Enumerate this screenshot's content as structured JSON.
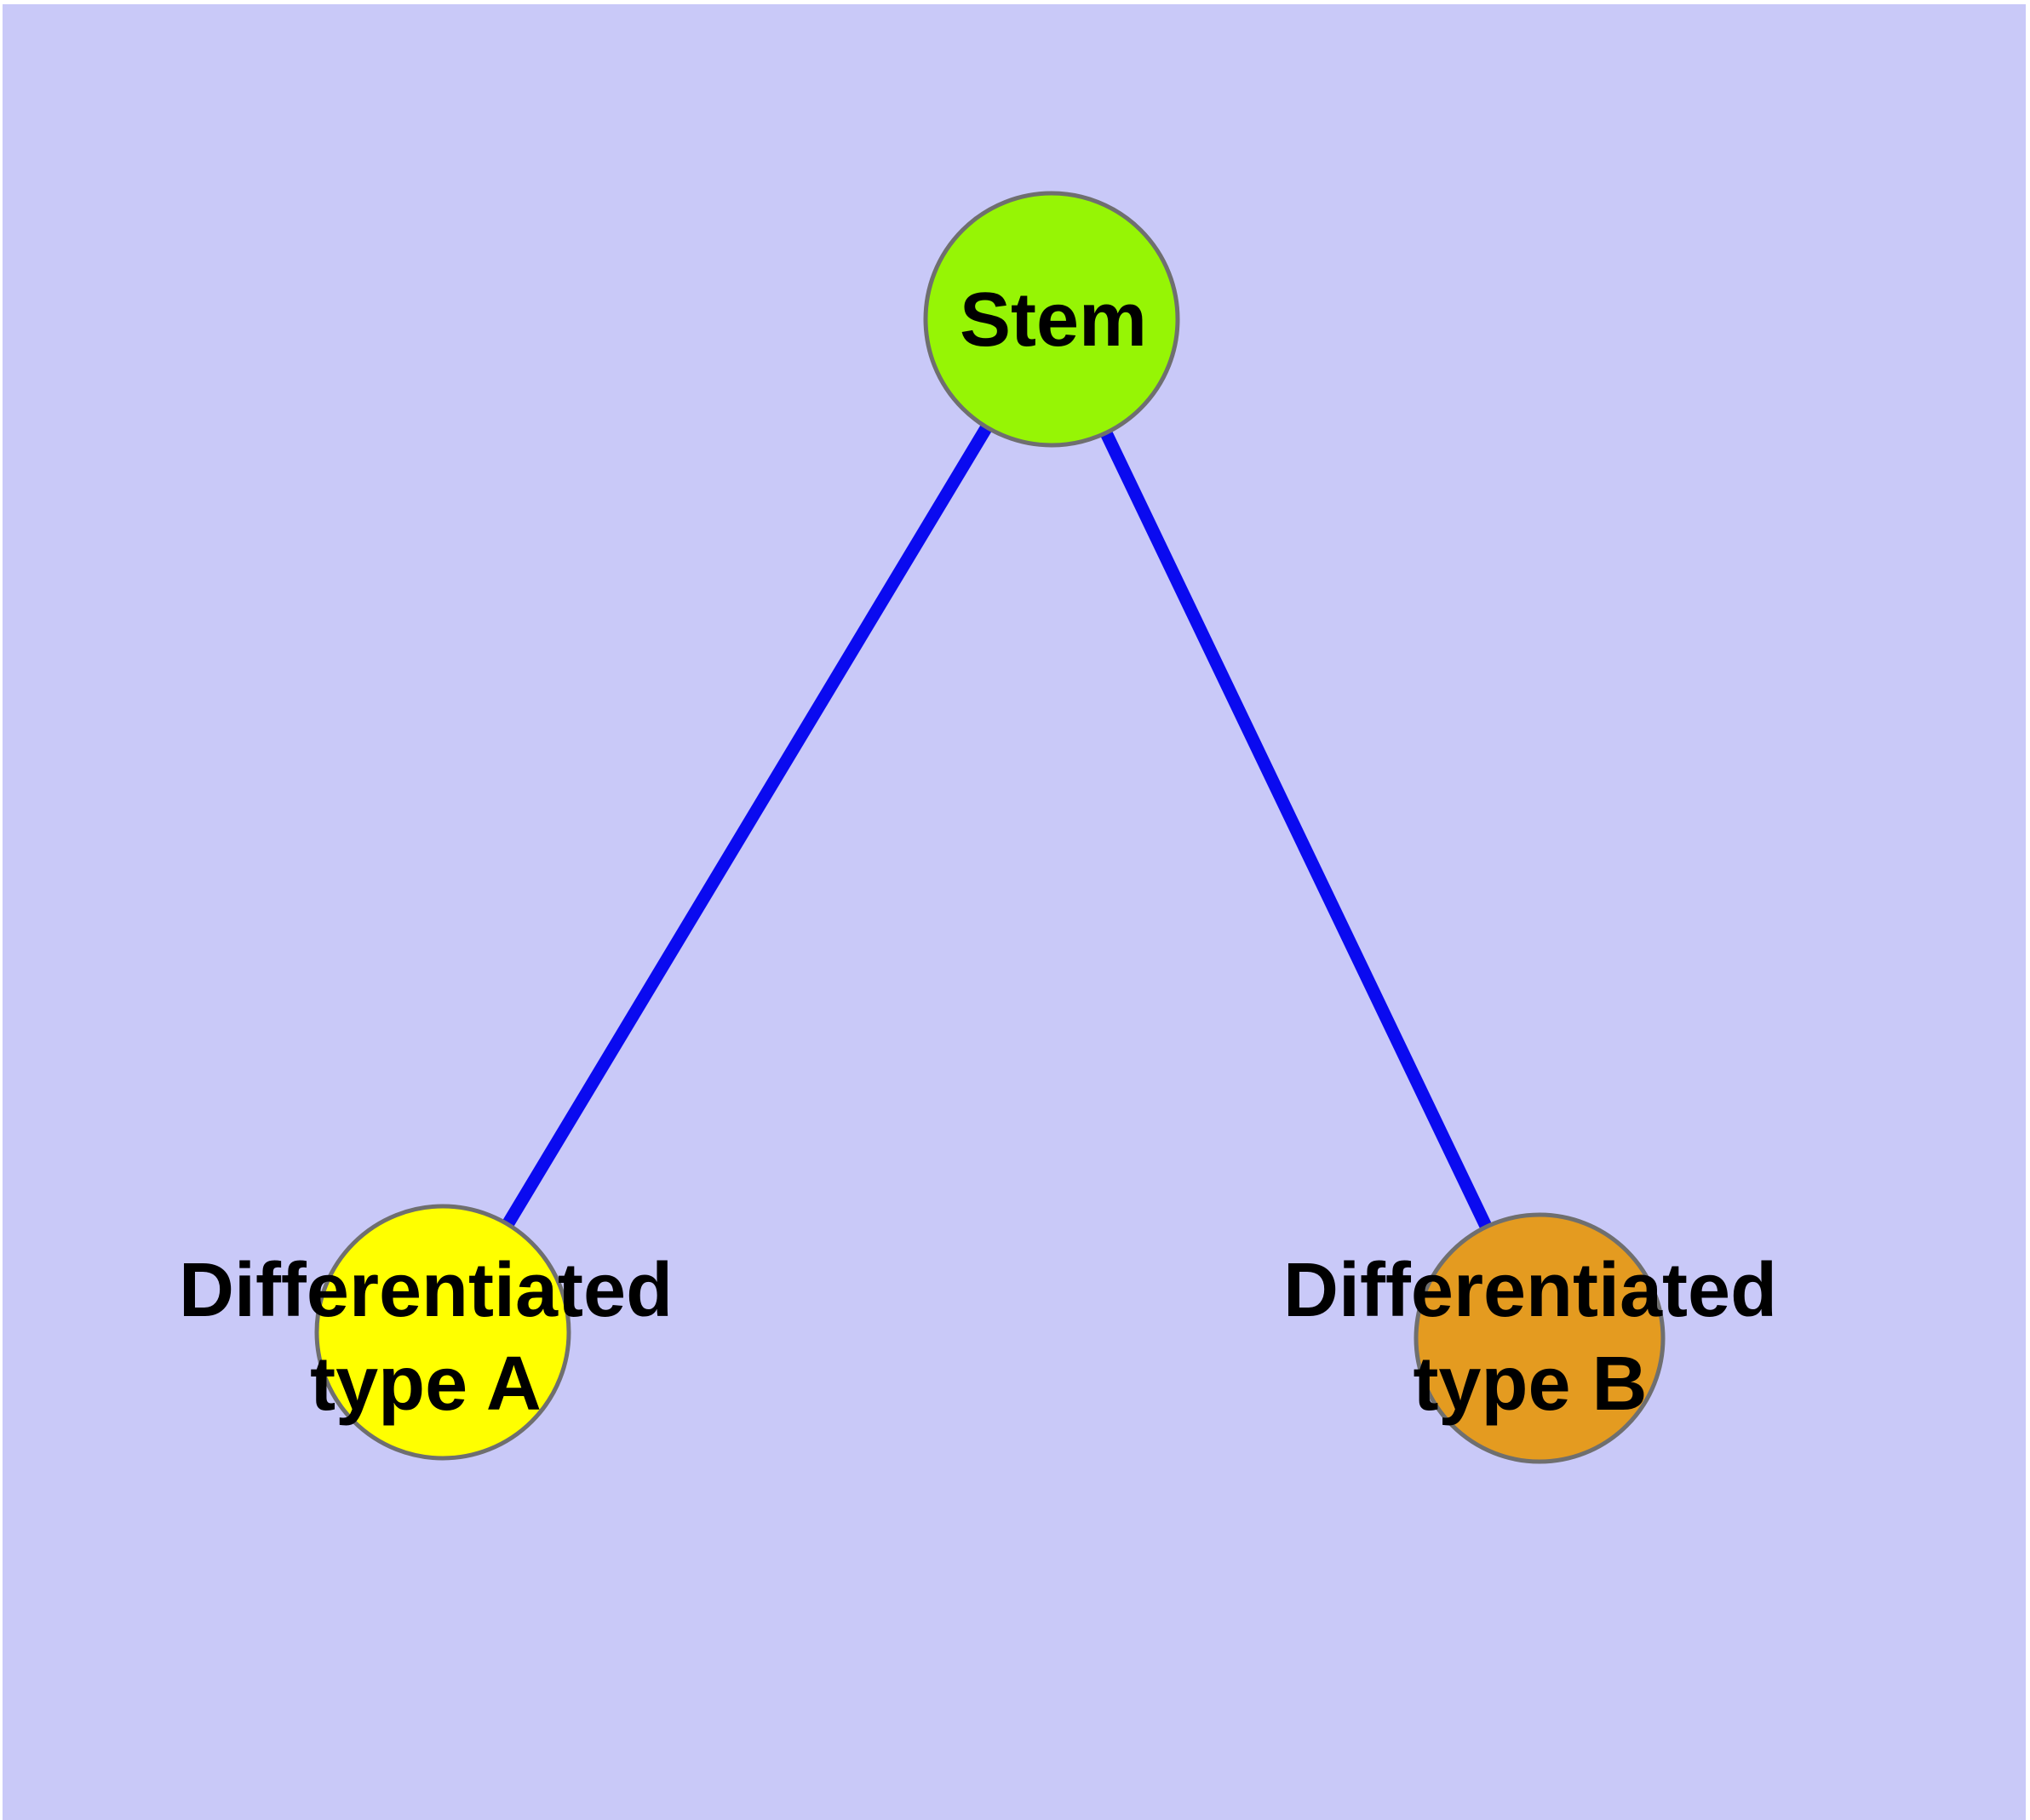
{
  "diagram": {
    "background_color": "#C9C9F8",
    "edge_color": "#0A0AF0",
    "node_border_color": "#6F6F6F",
    "label_text_color": "#000000",
    "nodes": {
      "stem": {
        "label": "Stem",
        "color": "#96F505"
      },
      "type_a": {
        "label": "Differentiated\ntype A",
        "color": "#FFFF00"
      },
      "type_b": {
        "label": "Differentiated\ntype B",
        "color": "#E49B20"
      }
    },
    "edges": [
      {
        "from": "Stem",
        "to": "Differentiated type A"
      },
      {
        "from": "Stem",
        "to": "Differentiated type B"
      }
    ]
  }
}
